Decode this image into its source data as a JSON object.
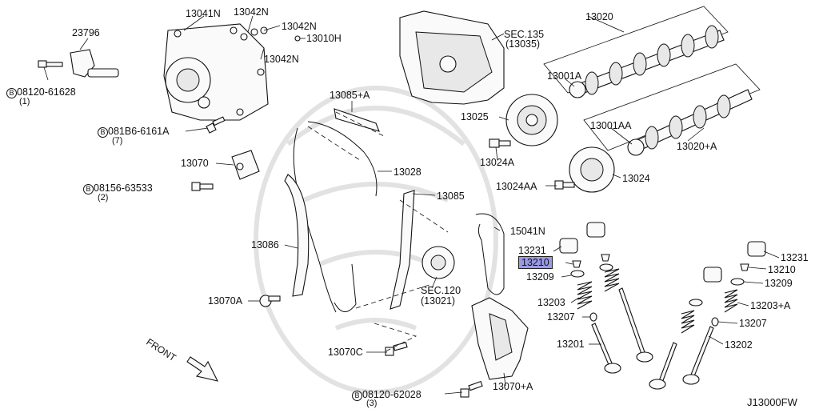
{
  "diagram": {
    "code": "J13000FW",
    "front_label": "FRONT",
    "labels": {
      "p13041N": "13041N",
      "p13042N_a": "13042N",
      "p13042N_b": "13042N",
      "p13042N_c": "13042N",
      "p13010H": "13010H",
      "p23796": "23796",
      "sec135": "SEC.135",
      "sec135_sub": "(13035)",
      "p13020": "13020",
      "p13001A": "13001A",
      "p13001AA": "13001AA",
      "p13020A": "13020+A",
      "p13025": "13025",
      "p13024A": "13024A",
      "p13024AA": "13024AA",
      "p13024": "13024",
      "p13085A": "13085+A",
      "p13028": "13028",
      "p13085": "13085",
      "p15041N": "15041N",
      "p13070": "13070",
      "p13086": "13086",
      "p13070A": "13070A",
      "sec120": "SEC.120",
      "sec120_sub": "(13021)",
      "p13070C": "13070C",
      "p13070plusA": "13070+A",
      "p13231": "13231",
      "p13210": "13210",
      "p13209": "13209",
      "p13203": "13203",
      "p13207": "13207",
      "p13201": "13201",
      "p13231r": "13231",
      "p13210r": "13210",
      "p13209r": "13209",
      "p13203A": "13203+A",
      "p13207r": "13207",
      "p13202": "13202"
    },
    "bolts": {
      "b1": {
        "code": "08120-61628",
        "qty": "(1)"
      },
      "b2": {
        "code": "081B6-6161A",
        "qty": "(7)"
      },
      "b3": {
        "code": "08156-63533",
        "qty": "(2)"
      },
      "b4": {
        "code": "08120-62028",
        "qty": "(3)"
      }
    },
    "bolt_prefix": "B"
  }
}
